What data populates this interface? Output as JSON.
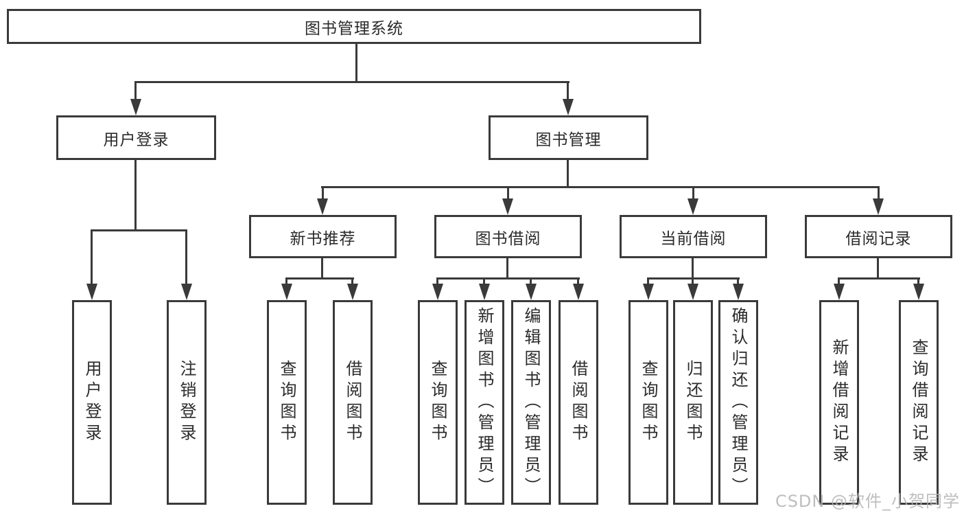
{
  "diagram": {
    "root": {
      "label": "图书管理系统"
    },
    "level2": [
      {
        "id": "user-login",
        "label": "用户登录"
      },
      {
        "id": "book-management",
        "label": "图书管理"
      }
    ],
    "level3": [
      {
        "id": "new-book-recommend",
        "label": "新书推荐",
        "parent": "图书管理"
      },
      {
        "id": "book-borrow",
        "label": "图书借阅",
        "parent": "图书管理"
      },
      {
        "id": "current-borrow",
        "label": "当前借阅",
        "parent": "图书管理"
      },
      {
        "id": "borrow-records",
        "label": "借阅记录",
        "parent": "图书管理"
      }
    ],
    "leaves": [
      {
        "parent": "用户登录",
        "label": "用户登录"
      },
      {
        "parent": "用户登录",
        "label": "注销登录"
      },
      {
        "parent": "新书推荐",
        "label": "查询图书"
      },
      {
        "parent": "新书推荐",
        "label": "借阅图书"
      },
      {
        "parent": "图书借阅",
        "label": "查询图书"
      },
      {
        "parent": "图书借阅",
        "label": "新增图书（管理员）"
      },
      {
        "parent": "图书借阅",
        "label": "编辑图书（管理员）"
      },
      {
        "parent": "图书借阅",
        "label": "借阅图书"
      },
      {
        "parent": "当前借阅",
        "label": "查询图书"
      },
      {
        "parent": "当前借阅",
        "label": "归还图书"
      },
      {
        "parent": "当前借阅",
        "label": "确认归还（管理员）"
      },
      {
        "parent": "借阅记录",
        "label": "新增借阅记录"
      },
      {
        "parent": "借阅记录",
        "label": "查询借阅记录"
      }
    ]
  },
  "watermark": {
    "text": "CSDN @软件_小贺同学"
  },
  "colors": {
    "line": "#3a3a3a",
    "text": "#2b2b2b",
    "background": "#ffffff",
    "watermark": "#b3b3b3"
  }
}
